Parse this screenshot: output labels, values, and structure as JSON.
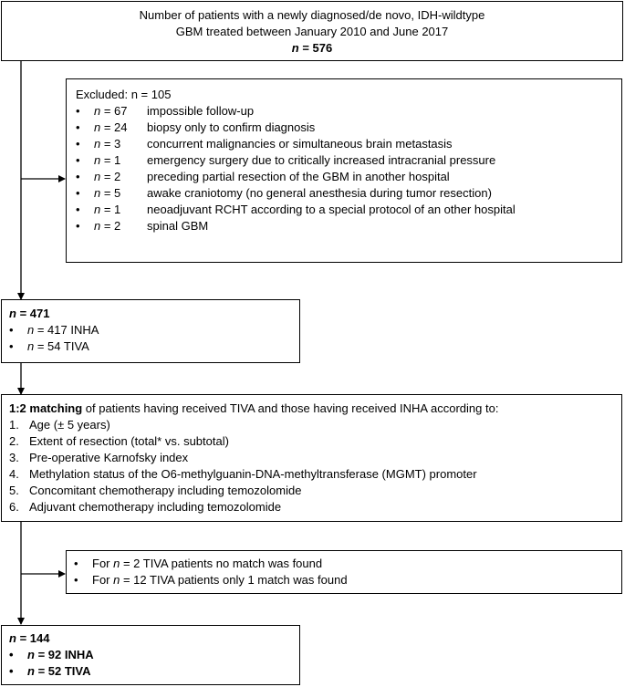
{
  "top_box": {
    "line1": "Number of patients with a newly diagnosed/de novo, IDH-wildtype",
    "line2": "GBM treated between January 2010 and June 2017",
    "n_label": "n",
    "n_value": " = 576"
  },
  "excluded_box": {
    "title": "Excluded: n = 105",
    "items": [
      {
        "n": "n",
        "count": " = 67",
        "text": "impossible follow-up"
      },
      {
        "n": "n",
        "count": " = 24",
        "text": "biopsy only to confirm diagnosis"
      },
      {
        "n": "n",
        "count": " = 3",
        "text": "concurrent malignancies or simultaneous brain metastasis"
      },
      {
        "n": "n",
        "count": " = 1",
        "text": "emergency surgery due to critically increased intracranial pressure"
      },
      {
        "n": "n",
        "count": " = 2",
        "text": "preceding partial resection of the GBM in another hospital"
      },
      {
        "n": "n",
        "count": " = 5",
        "text": "awake craniotomy (no general anesthesia during tumor resection)"
      },
      {
        "n": "n",
        "count": " = 1",
        "text": "neoadjuvant RCHT according to a special protocol of an other hospital"
      },
      {
        "n": "n",
        "count": " = 2",
        "text": "spinal GBM"
      }
    ]
  },
  "box471": {
    "n_label": "n",
    "n_value": " = 471",
    "items": [
      {
        "n": "n",
        "rest": " = 417 INHA"
      },
      {
        "n": "n",
        "rest": " = 54 TIVA"
      }
    ]
  },
  "matching_box": {
    "title_bold": "1:2 matching",
    "title_rest": " of patients having received TIVA and those having received INHA according to:",
    "items": [
      {
        "num": "1.",
        "text": "Age (± 5 years)"
      },
      {
        "num": "2.",
        "text": "Extent of resection (total* vs. subtotal)"
      },
      {
        "num": "3.",
        "text": "Pre-operative Karnofsky index"
      },
      {
        "num": "4.",
        "text": "Methylation status of the O6-methylguanin-DNA-methyltransferase (MGMT) promoter"
      },
      {
        "num": "5.",
        "text": "Concomitant chemotherapy including temozolomide"
      },
      {
        "num": "6.",
        "text": "Adjuvant chemotherapy including temozolomide"
      }
    ]
  },
  "nomatch_box": {
    "items": [
      {
        "pre": "For ",
        "n": "n",
        "rest": " = 2 TIVA patients no match was found"
      },
      {
        "pre": "For ",
        "n": "n",
        "rest": " = 12 TIVA patients only 1 match was found"
      }
    ]
  },
  "box144": {
    "n_label": "n",
    "n_value": " = 144",
    "items": [
      {
        "n": "n",
        "rest": " = 92 INHA"
      },
      {
        "n": "n",
        "rest": " = 52 TIVA"
      }
    ]
  },
  "bullet": "•"
}
